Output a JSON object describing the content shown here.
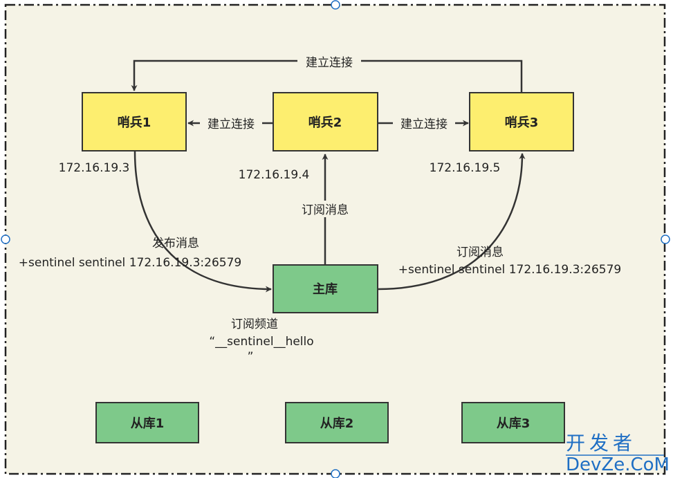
{
  "colors": {
    "background": "#f5f3e6",
    "sentinel_fill": "#fdee6f",
    "db_fill": "#7ec98a",
    "stroke": "#333333",
    "frame": "#222222",
    "handle": "#1f6fc4",
    "watermark": "#1f6fc4"
  },
  "nodes": {
    "sentinel1": "哨兵1",
    "sentinel2": "哨兵2",
    "sentinel3": "哨兵3",
    "master": "主库",
    "slave1": "从库1",
    "slave2": "从库2",
    "slave3": "从库3"
  },
  "ips": {
    "sentinel1": "172.16.19.3",
    "sentinel2": "172.16.19.4",
    "sentinel3": "172.16.19.5"
  },
  "edges": {
    "top_connect": "建立连接",
    "s2_to_s1": "建立连接",
    "s2_to_s3": "建立连接",
    "subscribe_s2": "订阅消息",
    "publish": "发布消息",
    "publish_cmd": "+sentinel sentinel 172.16.19.3:26579",
    "subscribe_s3": "订阅消息",
    "subscribe_s3_cmd": "+sentinel sentinel 172.16.19.3:26579"
  },
  "channel": {
    "line1": "订阅频道",
    "line2": "“__sentinel__hello",
    "line3": "”"
  },
  "watermark": {
    "cn": "开发者",
    "en": "DevZe.CoM"
  }
}
